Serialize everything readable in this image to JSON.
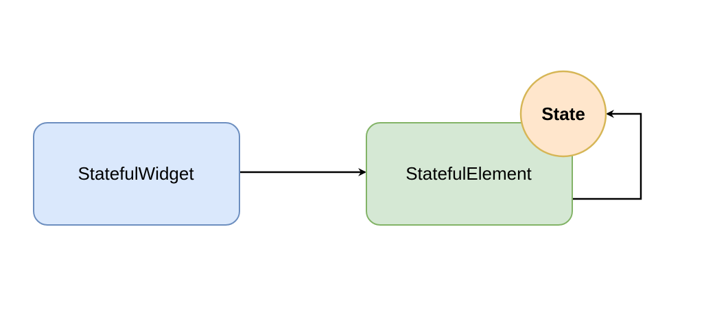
{
  "diagram": {
    "nodes": {
      "widget": {
        "label": "StatefulWidget",
        "fill": "#dae8fc",
        "stroke": "#6c8ebf"
      },
      "element": {
        "label": "StatefulElement",
        "fill": "#d5e8d4",
        "stroke": "#82b366"
      },
      "state": {
        "label": "State",
        "fill": "#ffe6cc",
        "stroke": "#d6b656"
      }
    },
    "edges": [
      {
        "from": "StatefulWidget",
        "to": "StatefulElement"
      },
      {
        "from": "StatefulElement",
        "to": "State"
      }
    ],
    "colors": {
      "edge": "#000000",
      "background": "#ffffff"
    }
  }
}
